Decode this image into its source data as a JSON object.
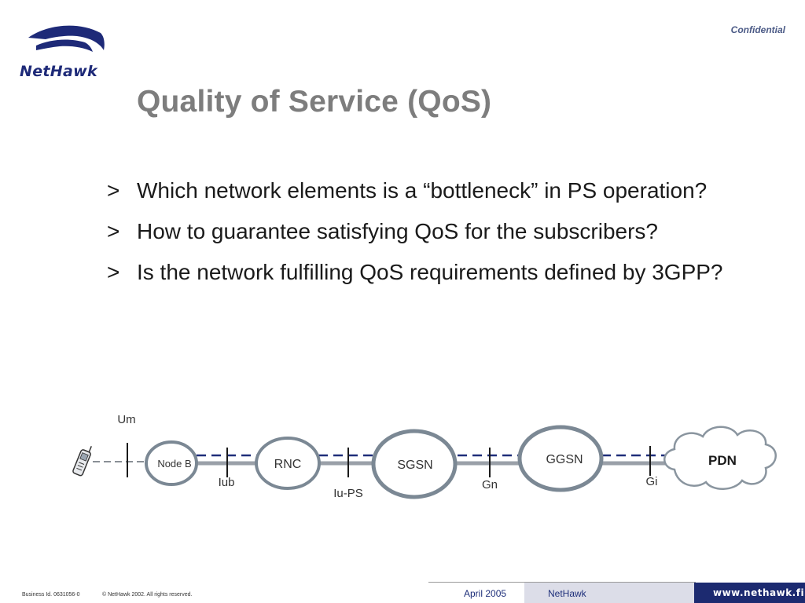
{
  "header": {
    "logo_text": "NetHawk",
    "confidential": "Confidential"
  },
  "slide": {
    "title": "Quality of Service (QoS)",
    "bullet_marker": ">",
    "bullets": [
      "Which network elements is a “bottleneck” in PS operation?",
      "How to guarantee satisfying QoS for the subscribers?",
      "Is the network fulfilling QoS requirements defined by 3GPP?"
    ]
  },
  "diagram": {
    "nodes": {
      "node_b": "Node B",
      "rnc": "RNC",
      "sgsn": "SGSN",
      "ggsn": "GGSN",
      "pdn": "PDN"
    },
    "interfaces": {
      "um": "Um",
      "iub": "Iub",
      "iu_ps": "Iu-PS",
      "gn": "Gn",
      "gi": "Gi"
    },
    "colors": {
      "link_line": "#9aa0a8",
      "dash": "#1f2e7a",
      "node_stroke": "#7b8894"
    }
  },
  "footer": {
    "business_id": "Business Id. 0631056-0",
    "copyright": "© NetHawk 2002. All rights reserved.",
    "date": "April 2005",
    "company": "NetHawk",
    "website": "www.nethawk.fi"
  }
}
